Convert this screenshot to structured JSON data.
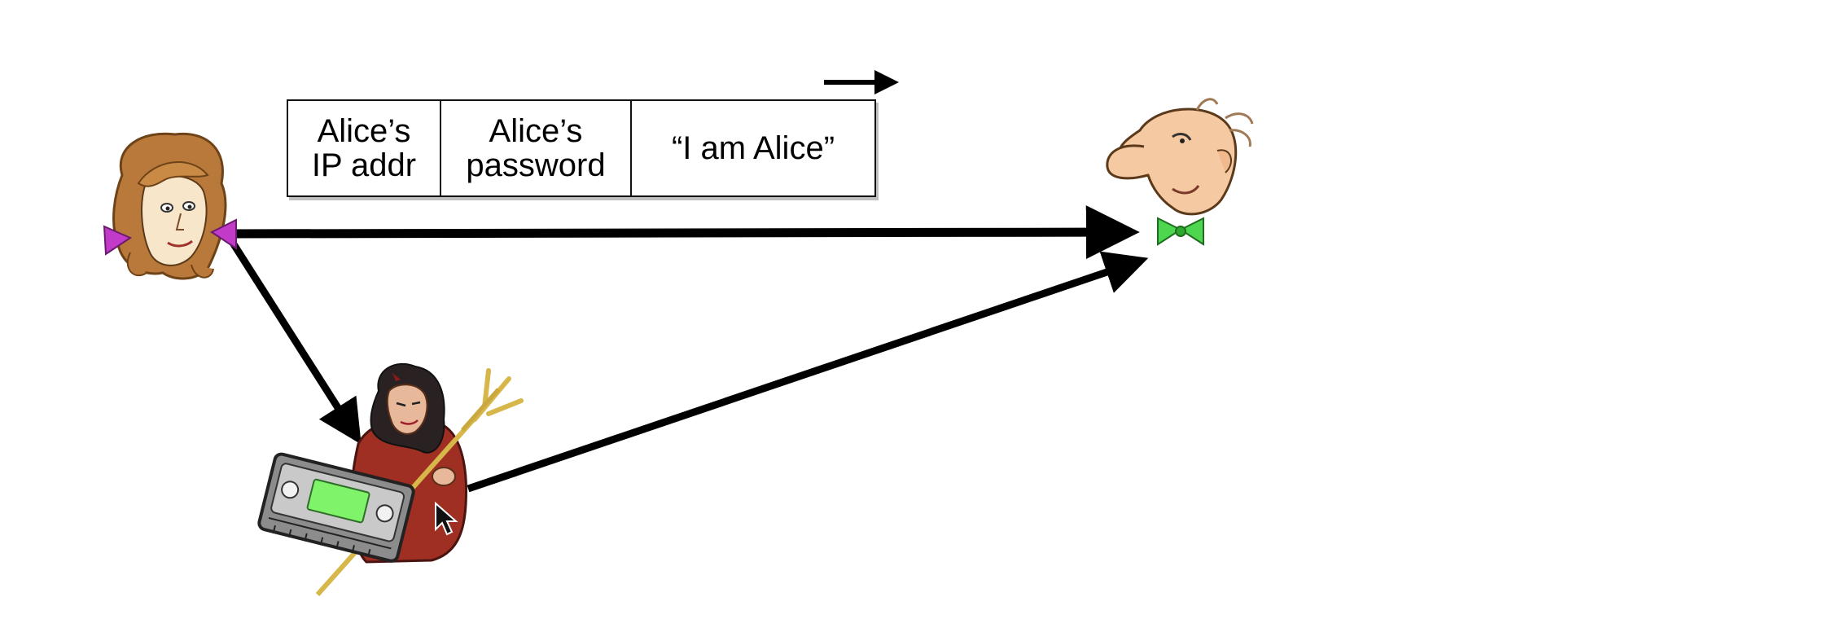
{
  "packet": {
    "ip_addr": {
      "line1": "Alice’s",
      "line2": "IP addr"
    },
    "password": {
      "line1": "Alice’s",
      "line2": "password"
    },
    "message": "“I am Alice”"
  },
  "colors": {
    "arrow": "#000000",
    "alice_hair": "#b8793a",
    "alice_bow": "#c23ac8",
    "trudy_dress": "#9e2f22",
    "trudy_hair": "#2a2222",
    "trident": "#d7b64a",
    "recorder_body": "#8c8c8c",
    "recorder_screen": "#7ff36a",
    "bob_skin": "#f5c9a2",
    "bob_bowtie": "#4fd64f"
  },
  "icons": [
    "alice-icon",
    "bob-icon",
    "trudy-icon",
    "recorder-icon",
    "cursor-icon"
  ]
}
